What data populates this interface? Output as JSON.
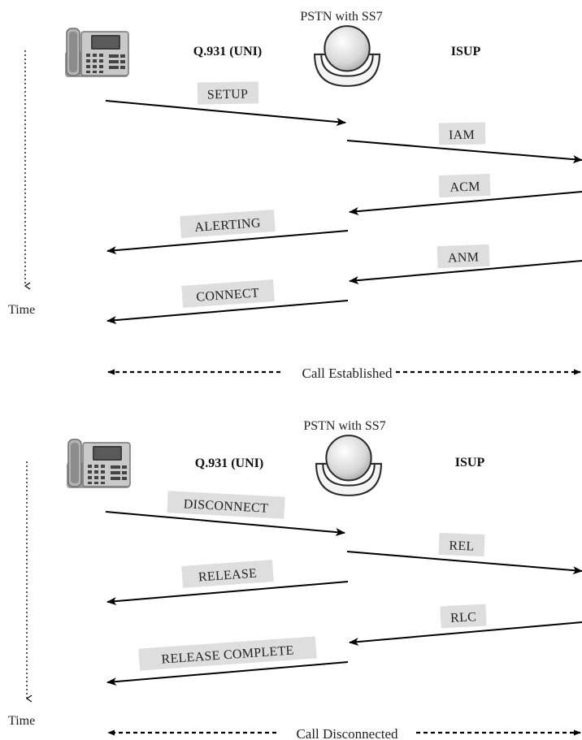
{
  "panels": [
    {
      "network_label": "PSTN with SS7",
      "left_protocol": "Q.931 (UNI)",
      "right_protocol": "ISUP",
      "time_label": "Time",
      "messages": [
        {
          "label": "SETUP",
          "from": "phone",
          "to": "switch"
        },
        {
          "label": "IAM",
          "from": "switch",
          "to": "remote"
        },
        {
          "label": "ACM",
          "from": "remote",
          "to": "switch"
        },
        {
          "label": "ALERTING",
          "from": "switch",
          "to": "phone"
        },
        {
          "label": "ANM",
          "from": "remote",
          "to": "switch"
        },
        {
          "label": "CONNECT",
          "from": "switch",
          "to": "phone"
        }
      ],
      "status": "Call Established"
    },
    {
      "network_label": "PSTN with SS7",
      "left_protocol": "Q.931 (UNI)",
      "right_protocol": "ISUP",
      "time_label": "Time",
      "messages": [
        {
          "label": "DISCONNECT",
          "from": "phone",
          "to": "switch"
        },
        {
          "label": "REL",
          "from": "switch",
          "to": "remote"
        },
        {
          "label": "RELEASE",
          "from": "switch",
          "to": "phone"
        },
        {
          "label": "RLC",
          "from": "remote",
          "to": "switch"
        },
        {
          "label": "RELEASE COMPLETE",
          "from": "switch",
          "to": "phone"
        }
      ],
      "status": "Call Disconnected"
    }
  ],
  "icons": {
    "phone": "desk-phone-icon",
    "switch": "ss7-switch-icon"
  },
  "colors": {
    "line": "#000000",
    "label_plate": "#dedede",
    "text": "#222222"
  }
}
